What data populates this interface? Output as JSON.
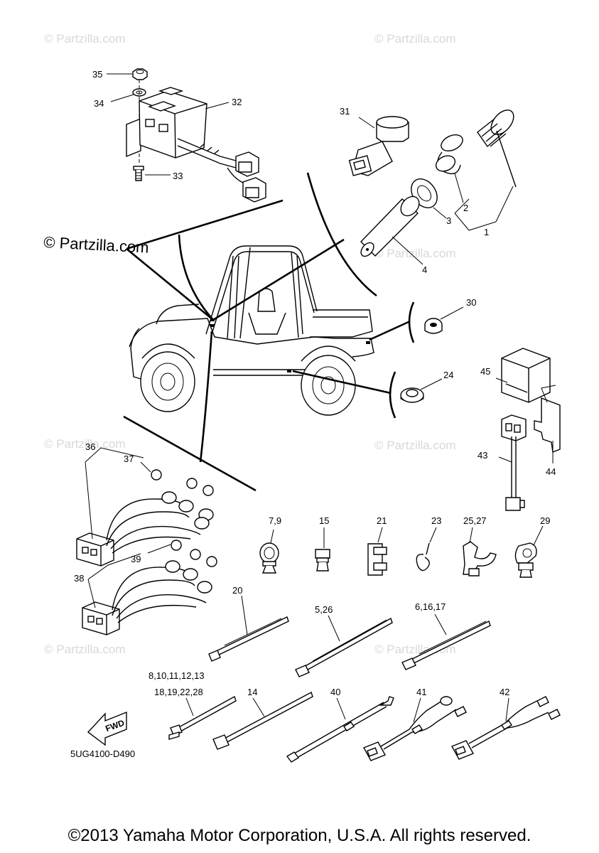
{
  "watermarks": {
    "small": "© Partzilla.com",
    "large": "© Partzilla.com"
  },
  "callouts": {
    "p1": "1",
    "p2": "2",
    "p3": "3",
    "p4": "4",
    "p7_9": "7,9",
    "p15": "15",
    "p20": "20",
    "p21": "21",
    "p23": "23",
    "p24": "24",
    "p25_27": "25,27",
    "p29": "29",
    "p30": "30",
    "p31": "31",
    "p32": "32",
    "p33": "33",
    "p34": "34",
    "p35": "35",
    "p36": "36",
    "p37": "37",
    "p38": "38",
    "p39": "39",
    "p40": "40",
    "p41": "41",
    "p42": "42",
    "p43": "43",
    "p44": "44",
    "p45": "45",
    "p5_26": "5,26",
    "p6_16_17": "6,16,17",
    "p8_10_11_12_13": "8,10,11,12,13",
    "p18_19_22_28": "18,19,22,28",
    "p14": "14"
  },
  "fwd_label": "FWD",
  "diagram_code": "5UG4100-D490",
  "copyright": "©2013 Yamaha Motor Corporation, U.S.A. All rights reserved."
}
